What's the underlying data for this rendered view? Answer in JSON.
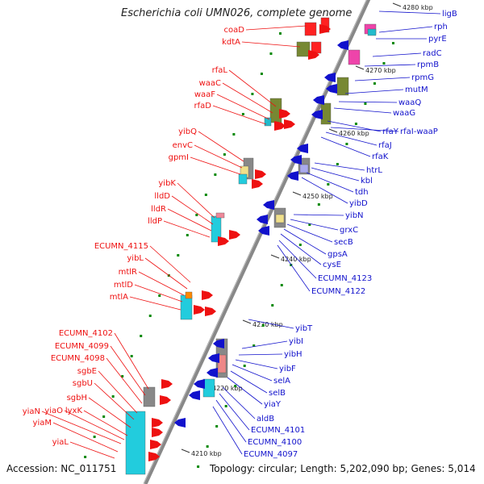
{
  "title": "Escherichia coli UMN026, complete genome",
  "footer": {
    "accession": "Accession: NC_011751",
    "summary": "Topology: circular; Length: 5,202,090 bp; Genes: 5,014"
  },
  "colors": {
    "forward": "#ee1111",
    "reverse": "#1111cc",
    "backbone": "#888888",
    "ticks": "#008800"
  },
  "ticks": [
    "4210 kbp",
    "4220 kbp",
    "4230 kbp",
    "4240 kbp",
    "4250 kbp",
    "4260 kbp",
    "4270 kbp",
    "4280 kbp"
  ],
  "genes_left": [
    "coaD",
    "kdtA",
    "rfaL",
    "waaC",
    "waaF",
    "rfaD",
    "yibQ",
    "envC",
    "gpmI",
    "yibK",
    "lldD",
    "lldR",
    "lldP",
    "ECUMN_4115",
    "yibL",
    "mtlR",
    "mtlD",
    "mtlA",
    "ECUMN_4102",
    "ECUMN_4099",
    "ECUMN_4098",
    "sgbE",
    "sgbU",
    "sgbH",
    "lyxK",
    "yiaN",
    "yiaO",
    "yiaM",
    "yiaL"
  ],
  "genes_right": [
    "ligB",
    "rph",
    "pyrE",
    "radC",
    "rpmB",
    "rpmG",
    "mutM",
    "waaQ",
    "waaG",
    "rfaY",
    "rfaI-waaP",
    "rfaJ",
    "rfaK",
    "htrL",
    "kbl",
    "tdh",
    "yibD",
    "yibN",
    "grxC",
    "secB",
    "gpsA",
    "cysE",
    "ECUMN_4123",
    "ECUMN_4122",
    "yibT",
    "yibI",
    "yibH",
    "yibF",
    "selA",
    "selB",
    "yiaY",
    "aldB",
    "ECUMN_4101",
    "ECUMN_4100",
    "ECUMN_4097"
  ]
}
